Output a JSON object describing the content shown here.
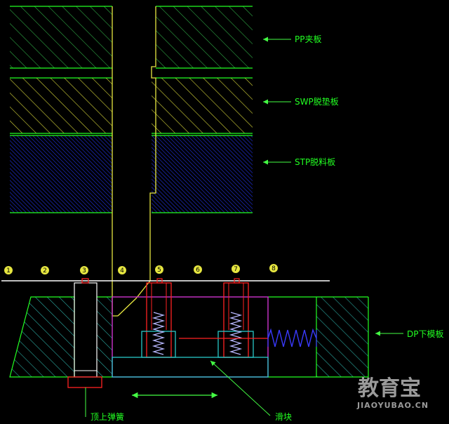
{
  "labels": {
    "pp": "PP夹板",
    "swp": "SWP脱垫板",
    "stp": "STP脱料板",
    "dp": "DP下模板",
    "lifter_spring": "顶上弹簧",
    "slider": "滑块"
  },
  "step_numbers": [
    "1",
    "2",
    "3",
    "4",
    "5",
    "6",
    "7",
    "8"
  ],
  "watermark": {
    "name": "教育宝",
    "domain": "JIAOYUBAO.CN"
  },
  "colors": {
    "background": "#000000",
    "plate_line": "#22ff22",
    "pp_hatch": "#2faa45",
    "swp_hatch": "#d8d83a",
    "stp_hatch": "#1f2fd8",
    "punch": "#e6e640",
    "slider": "#cc33cc",
    "bolt": "#ff2222",
    "spring": "#b8b8ff",
    "base": "#28c8c8",
    "dp_hatch": "#2aa8a0",
    "leader": "#44ff44"
  }
}
